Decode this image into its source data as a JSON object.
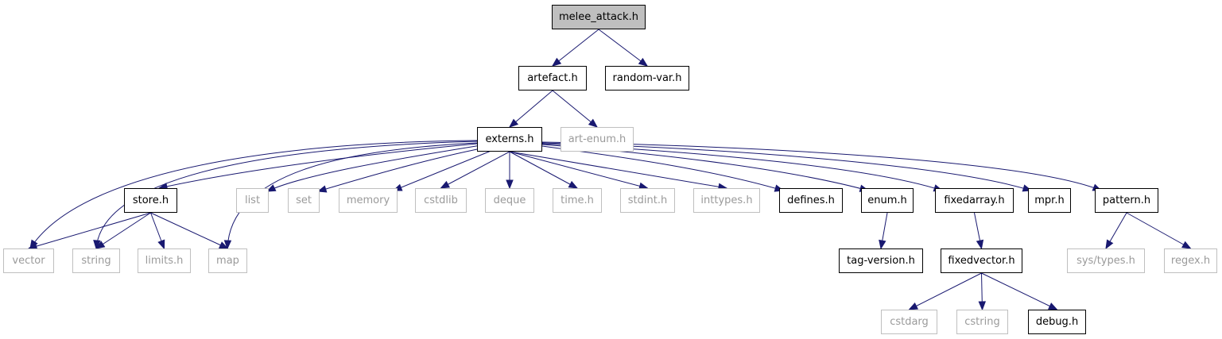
{
  "colors": {
    "edge": "#191970",
    "local_border": "#000000",
    "system_border": "#bfbfbf",
    "system_text": "#9a9a9a",
    "root_fill": "#bfbfbf"
  },
  "nodes": {
    "melee_attack": {
      "label": "melee_attack.h",
      "kind": "root"
    },
    "artefact": {
      "label": "artefact.h",
      "kind": "local"
    },
    "random_var": {
      "label": "random-var.h",
      "kind": "local"
    },
    "externs": {
      "label": "externs.h",
      "kind": "local"
    },
    "art_enum": {
      "label": "art-enum.h",
      "kind": "external"
    },
    "store": {
      "label": "store.h",
      "kind": "local"
    },
    "list": {
      "label": "list",
      "kind": "external"
    },
    "set": {
      "label": "set",
      "kind": "external"
    },
    "memory": {
      "label": "memory",
      "kind": "external"
    },
    "cstdlib": {
      "label": "cstdlib",
      "kind": "external"
    },
    "deque": {
      "label": "deque",
      "kind": "external"
    },
    "time": {
      "label": "time.h",
      "kind": "external"
    },
    "stdint": {
      "label": "stdint.h",
      "kind": "external"
    },
    "inttypes": {
      "label": "inttypes.h",
      "kind": "external"
    },
    "defines": {
      "label": "defines.h",
      "kind": "local"
    },
    "enum": {
      "label": "enum.h",
      "kind": "local"
    },
    "fixedarray": {
      "label": "fixedarray.h",
      "kind": "local"
    },
    "mpr": {
      "label": "mpr.h",
      "kind": "local"
    },
    "pattern": {
      "label": "pattern.h",
      "kind": "local"
    },
    "vector": {
      "label": "vector",
      "kind": "external"
    },
    "string": {
      "label": "string",
      "kind": "external"
    },
    "limits": {
      "label": "limits.h",
      "kind": "external"
    },
    "map": {
      "label": "map",
      "kind": "external"
    },
    "tag_version": {
      "label": "tag-version.h",
      "kind": "local"
    },
    "fixedvector": {
      "label": "fixedvector.h",
      "kind": "local"
    },
    "sys_types": {
      "label": "sys/types.h",
      "kind": "external"
    },
    "regex": {
      "label": "regex.h",
      "kind": "external"
    },
    "cstdarg": {
      "label": "cstdarg",
      "kind": "external"
    },
    "cstring": {
      "label": "cstring",
      "kind": "external"
    },
    "debug": {
      "label": "debug.h",
      "kind": "local"
    }
  },
  "edges": [
    [
      "melee_attack",
      "artefact"
    ],
    [
      "melee_attack",
      "random_var"
    ],
    [
      "artefact",
      "externs"
    ],
    [
      "artefact",
      "art_enum"
    ],
    [
      "externs",
      "vector"
    ],
    [
      "externs",
      "string"
    ],
    [
      "externs",
      "map"
    ],
    [
      "externs",
      "store"
    ],
    [
      "externs",
      "list"
    ],
    [
      "externs",
      "set"
    ],
    [
      "externs",
      "memory"
    ],
    [
      "externs",
      "cstdlib"
    ],
    [
      "externs",
      "deque"
    ],
    [
      "externs",
      "time"
    ],
    [
      "externs",
      "stdint"
    ],
    [
      "externs",
      "inttypes"
    ],
    [
      "externs",
      "defines"
    ],
    [
      "externs",
      "enum"
    ],
    [
      "externs",
      "fixedarray"
    ],
    [
      "externs",
      "mpr"
    ],
    [
      "externs",
      "pattern"
    ],
    [
      "store",
      "vector"
    ],
    [
      "store",
      "string"
    ],
    [
      "store",
      "limits"
    ],
    [
      "store",
      "map"
    ],
    [
      "enum",
      "tag_version"
    ],
    [
      "fixedarray",
      "fixedvector"
    ],
    [
      "pattern",
      "sys_types"
    ],
    [
      "pattern",
      "regex"
    ],
    [
      "fixedvector",
      "cstdarg"
    ],
    [
      "fixedvector",
      "cstring"
    ],
    [
      "fixedvector",
      "debug"
    ]
  ]
}
